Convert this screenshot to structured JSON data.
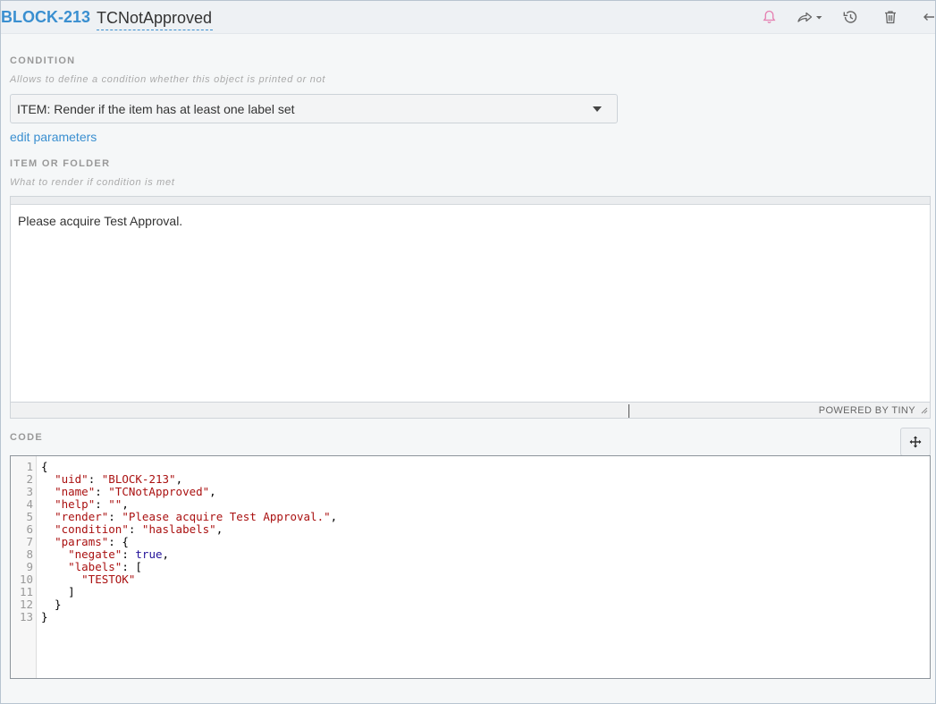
{
  "header": {
    "uid": "BLOCK-213",
    "name": "TCNotApproved",
    "icons": [
      "bell-icon",
      "share-icon",
      "history-icon",
      "trash-icon",
      "back-arrow-icon"
    ]
  },
  "condition": {
    "label": "CONDITION",
    "help": "Allows to define a condition whether this object is printed or not",
    "selected": "ITEM: Render if the item has at least one label set",
    "edit_link": "edit parameters"
  },
  "item_or_folder": {
    "label": "ITEM OR FOLDER",
    "help": "What to render if condition is met",
    "content": "Please acquire Test Approval.",
    "powered_by": "POWERED BY TINY"
  },
  "code": {
    "label": "CODE",
    "lines": [
      "{",
      "  \"uid\": \"BLOCK-213\",",
      "  \"name\": \"TCNotApproved\",",
      "  \"help\": \"\",",
      "  \"render\": \"Please acquire Test Approval.\",",
      "  \"condition\": \"haslabels\",",
      "  \"params\": {",
      "    \"negate\": true,",
      "    \"labels\": [",
      "      \"TESTOK\"",
      "    ]",
      "  }",
      "}"
    ],
    "line_numbers": [
      "1",
      "2",
      "3",
      "4",
      "5",
      "6",
      "7",
      "8",
      "9",
      "10",
      "11",
      "12",
      "13"
    ]
  },
  "colors": {
    "accent": "#3a8fd0",
    "bell": "#e57fb0",
    "json_key": "#aa1111",
    "json_bool": "#221199"
  }
}
